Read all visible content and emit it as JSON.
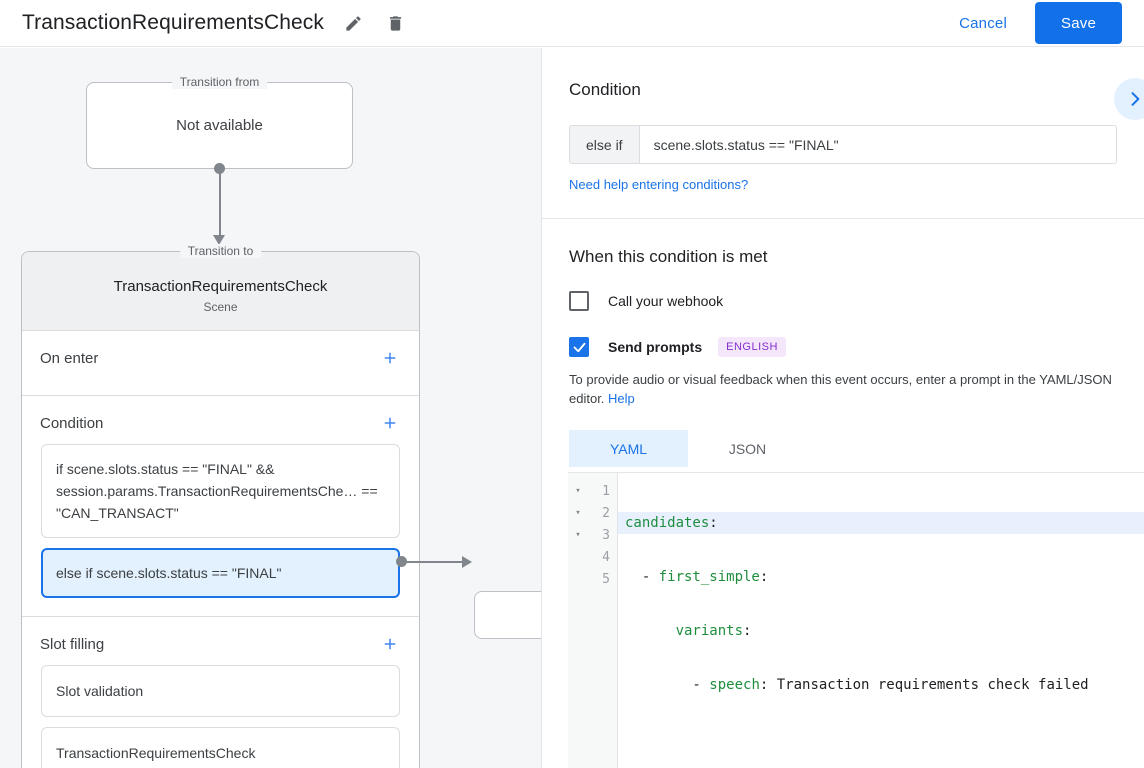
{
  "topbar": {
    "title": "TransactionRequirementsCheck",
    "edit_icon": "pencil-icon",
    "delete_icon": "trash-icon",
    "cancel_label": "Cancel",
    "save_label": "Save",
    "save_bg": "#1271e8",
    "link_color": "#1a73e8"
  },
  "canvas": {
    "background": "#f4f6f8",
    "transition_from": {
      "legend": "Transition from",
      "value": "Not available"
    },
    "scene_card": {
      "legend": "Transition to",
      "name": "TransactionRequirementsCheck",
      "type": "Scene",
      "header_bg": "#eef0f1",
      "sections": [
        {
          "label": "On enter",
          "add_label": "+",
          "items": []
        },
        {
          "label": "Condition",
          "add_label": "+",
          "items": [
            {
              "text": "if scene.slots.status == \"FINAL\" && session.params.TransactionRequirementsChe… == \"CAN_TRANSACT\"",
              "selected": false
            },
            {
              "text": "else if scene.slots.status == \"FINAL\"",
              "selected": true
            }
          ]
        },
        {
          "label": "Slot filling",
          "add_label": "+",
          "items": [
            {
              "text": "Slot validation",
              "selected": false
            },
            {
              "text": "TransactionRequirementsCheck",
              "selected": false
            }
          ]
        }
      ]
    }
  },
  "right_panel": {
    "condition": {
      "title": "Condition",
      "prefix": "else if",
      "expression": "scene.slots.status == \"FINAL\"",
      "help_link": "Need help entering conditions?",
      "expand_icon": "chevron-right-icon"
    },
    "when_met": {
      "title": "When this condition is met",
      "webhook": {
        "label": "Call your webhook",
        "checked": false
      },
      "send_prompts": {
        "label": "Send prompts",
        "checked": true,
        "badge": "ENGLISH",
        "badge_bg": "#f4e6fb",
        "badge_color": "#8430ce"
      },
      "description_before_link": "To provide audio or visual feedback when this event occurs, enter a prompt in the YAML/JSON editor. ",
      "description_link": "Help"
    },
    "editor": {
      "tabs": [
        {
          "label": "YAML",
          "active": true
        },
        {
          "label": "JSON",
          "active": false
        }
      ],
      "lines": [
        {
          "no": "1",
          "fold": "▾",
          "highlighted": true,
          "indent": "",
          "key": "candidates",
          "rest": ":"
        },
        {
          "no": "2",
          "fold": "▾",
          "highlighted": false,
          "indent": "  - ",
          "key": "first_simple",
          "rest": ":"
        },
        {
          "no": "3",
          "fold": "▾",
          "highlighted": false,
          "indent": "      ",
          "key": "variants",
          "rest": ":"
        },
        {
          "no": "4",
          "fold": "",
          "highlighted": false,
          "indent": "        - ",
          "key": "speech",
          "rest": ": Transaction requirements check failed"
        },
        {
          "no": "5",
          "fold": "",
          "highlighted": false,
          "indent": "",
          "key": "",
          "rest": ""
        }
      ]
    }
  }
}
